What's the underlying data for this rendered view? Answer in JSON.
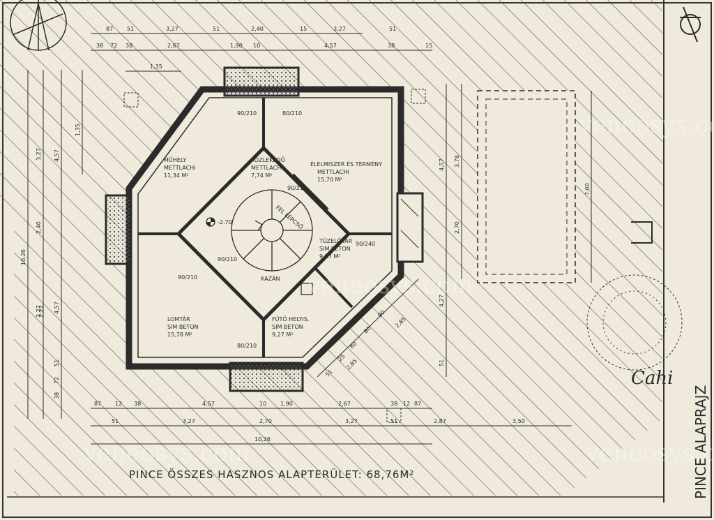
{
  "drawing": {
    "title_vertical": "PINCE ALAPRAJZ",
    "footer_text": "PINCE ÖSSZES HASZNOS ALAPTERÜLET: 68,76M²",
    "signature": "Cahi",
    "watermark": "veneosys.com",
    "colors": {
      "paper": "#efeadb",
      "ink": "#2b2b2b",
      "hatch": "#4a4a4a"
    }
  },
  "rooms": [
    {
      "name": "MŰHELY",
      "floor": "METTLACHI",
      "area": "11,34 M²"
    },
    {
      "name": "KÖZLEKEDŐ",
      "floor": "METTLACHI",
      "area": "7,74 M²"
    },
    {
      "name": "ÉLELMISZER ÉS TERMÉNY",
      "floor": "METTLACHI",
      "area": "15,70 M²"
    },
    {
      "name": "TÜZELŐTÁR",
      "floor": "SIM BETON",
      "area": "9,27 M²"
    },
    {
      "name": "LOMTÁR",
      "floor": "SIM BETON",
      "area": "15,78 M²"
    },
    {
      "name": "FŰTŐ HELYIS.",
      "floor": "SIM BETON",
      "area": "9,27 M²"
    }
  ],
  "labels": {
    "stair_up": "FEL LÉPCSŐ",
    "kazan": "KAZÁN",
    "level": "-2.70"
  },
  "dims_top1": [
    "87",
    "51",
    "3,27",
    "51",
    "2,40",
    "15",
    "3,27",
    "51"
  ],
  "dims_top2": [
    "38",
    "72",
    "38",
    "2,67",
    "1,90",
    "10",
    "4,57",
    "38",
    "15"
  ],
  "dims_top3": [
    "1,35"
  ],
  "dims_bottom1": [
    "87",
    "12",
    "38",
    "4,57",
    "10",
    "1,90",
    "2,67",
    "38",
    "12",
    "87"
  ],
  "dims_bottom2": [
    "51",
    "3,27",
    "2,70",
    "3,27",
    "51",
    "2,87",
    "3,50"
  ],
  "dims_bottom3": [
    "10,26"
  ],
  "dims_left": [
    "10,26",
    "3,27",
    "2,40",
    "3,27",
    "4,57",
    "1,35",
    "4,57",
    "2,22",
    "51",
    "72",
    "38"
  ],
  "dims_right": [
    "4,57",
    "3,78",
    "7,00",
    "2,70",
    "4,27",
    "51"
  ],
  "door_tags": [
    "90/210",
    "80/210",
    "90/240",
    "90/210",
    "90/210",
    "90/210",
    "80/210"
  ],
  "diag_dims": [
    "2,85",
    "2,85",
    "90",
    "80",
    "25",
    "80",
    "51"
  ]
}
